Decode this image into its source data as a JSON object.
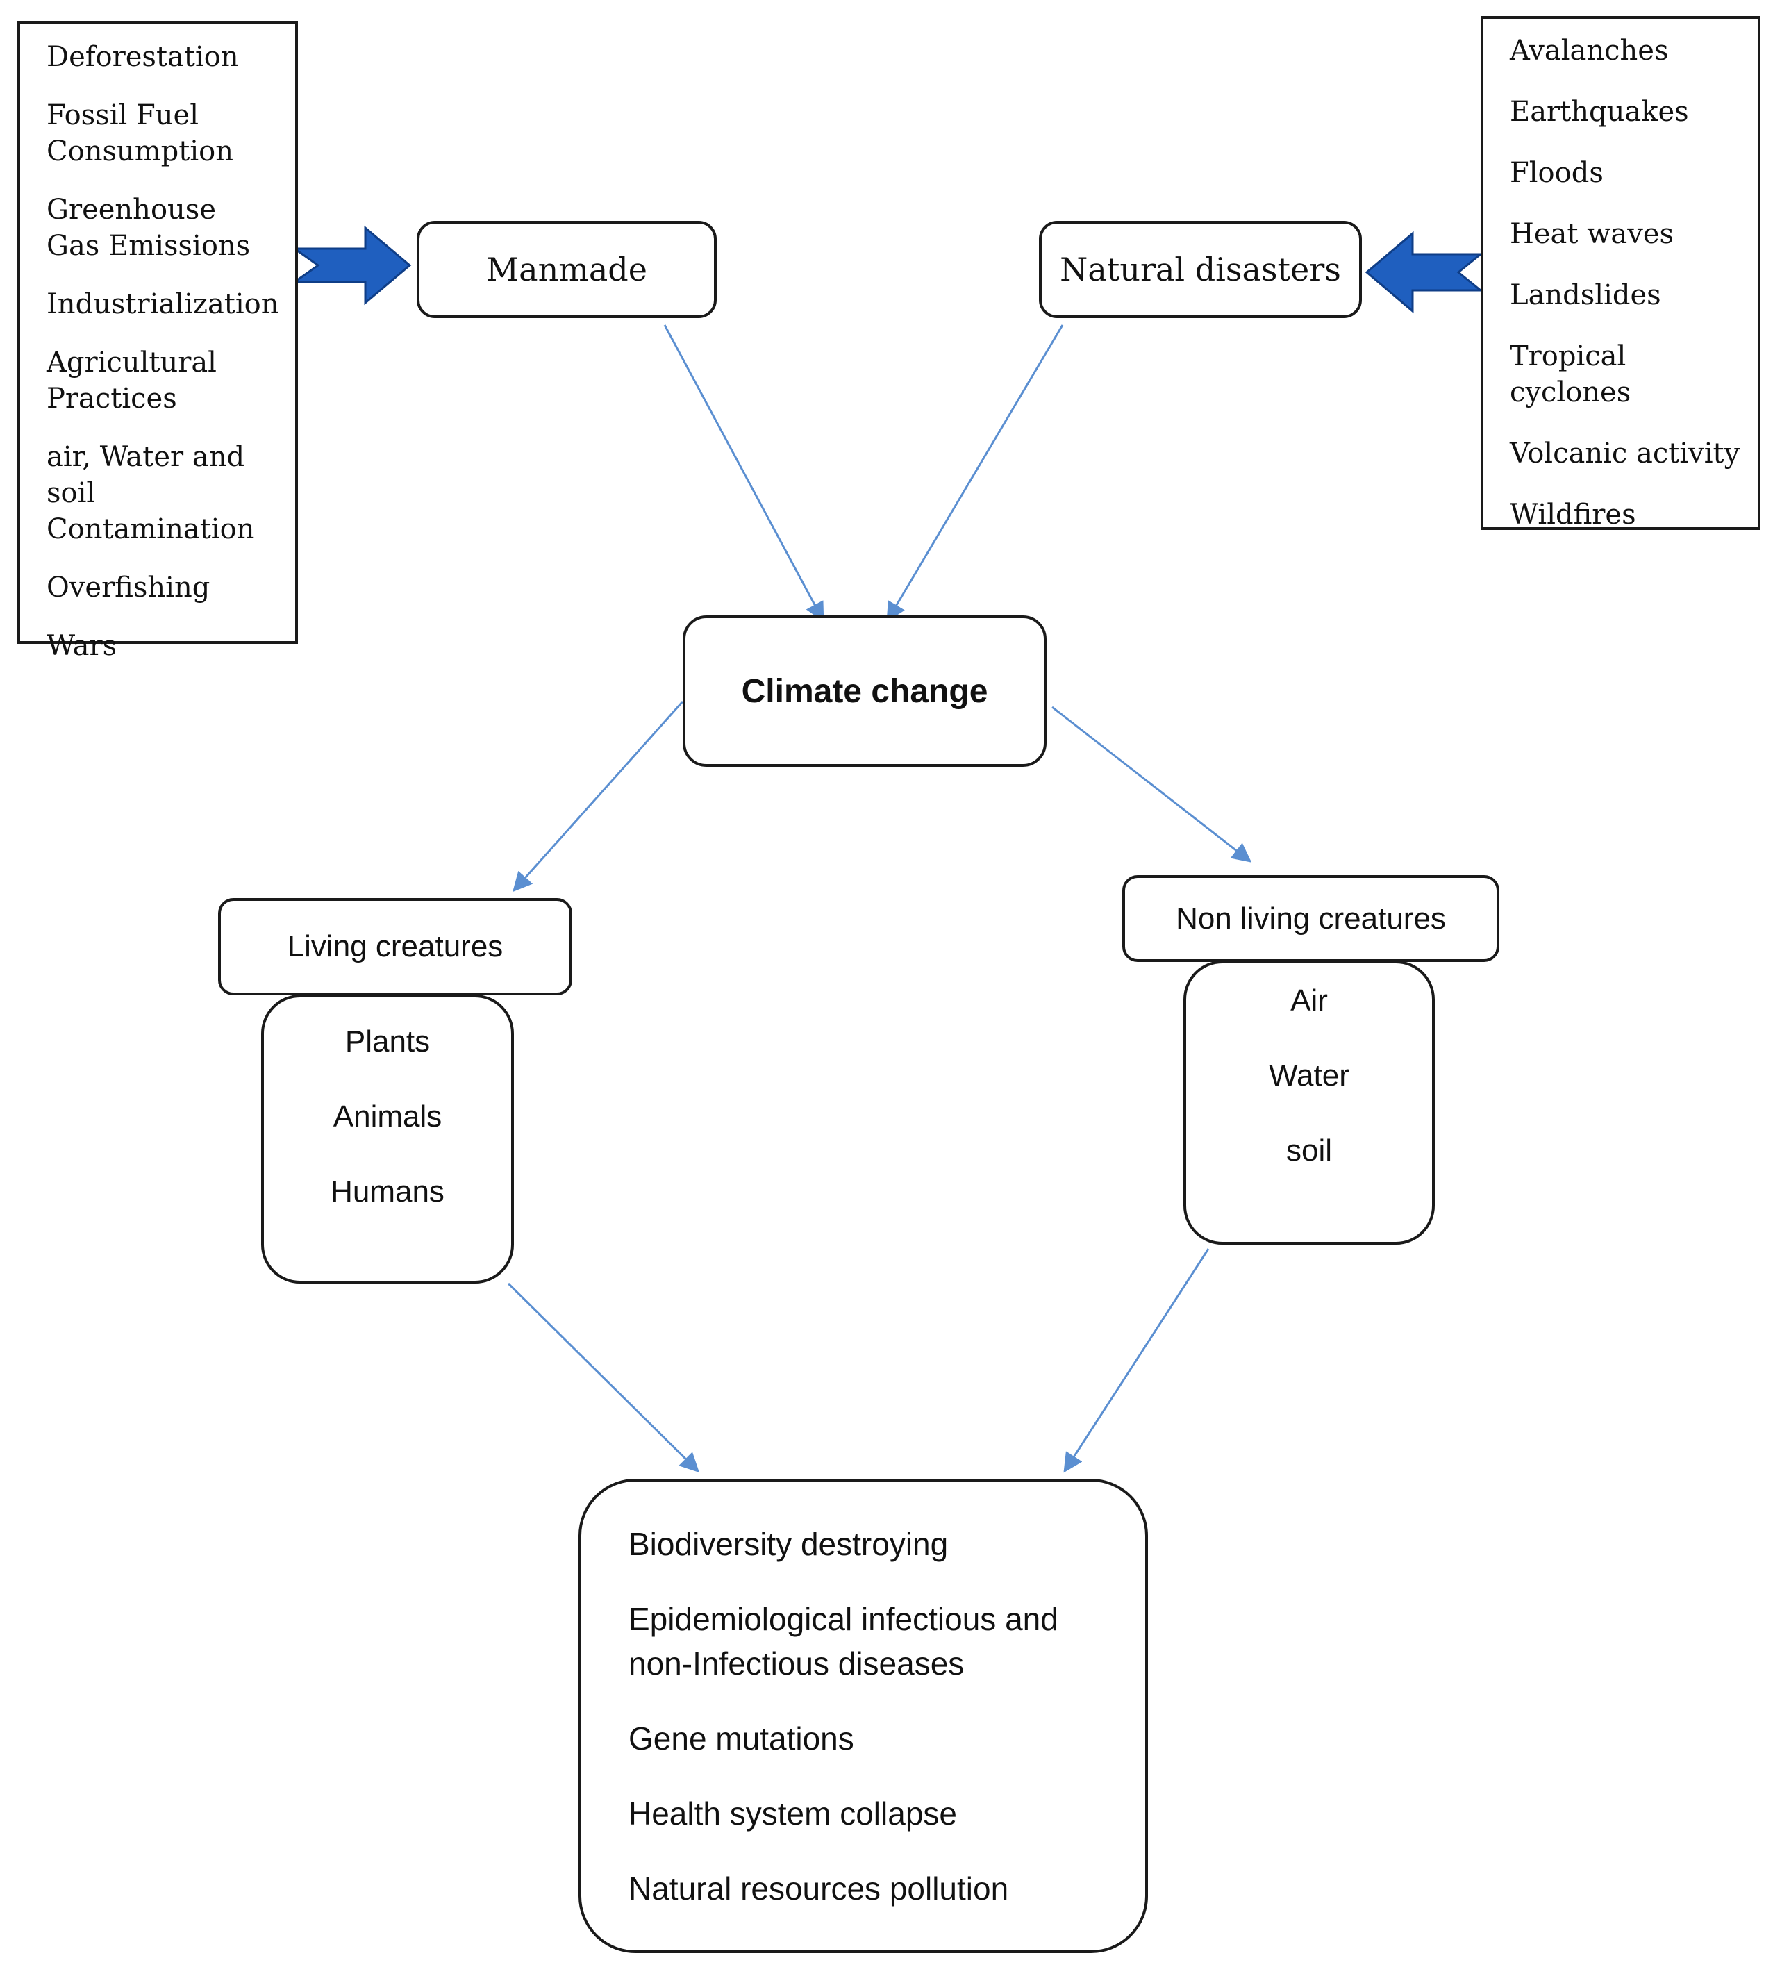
{
  "diagram": {
    "causes_manmade": [
      "Deforestation",
      "Fossil Fuel Consumption",
      "Greenhouse Gas Emissions",
      "Industrialization",
      "Agricultural Practices",
      "air, Water and soil Contamination",
      "Overfishing",
      "Wars"
    ],
    "causes_natural": [
      "Avalanches",
      "Earthquakes",
      "Floods",
      "Heat waves",
      "Landslides",
      "Tropical cyclones",
      "Volcanic activity",
      "Wildfires"
    ],
    "nodes": {
      "manmade": "Manmade",
      "natural": "Natural disasters",
      "climate": "Climate change",
      "living": "Living creatures",
      "nonliving": "Non living creatures"
    },
    "living_items": [
      "Plants",
      "Animals",
      "Humans"
    ],
    "nonliving_items": [
      "Air",
      "Water",
      "soil"
    ],
    "effects": [
      "Biodiversity destroying",
      "Epidemiological infectious and non-Infectious diseases",
      "Gene mutations",
      "Health system collapse",
      "Natural resources pollution"
    ],
    "colors": {
      "connector": "#5b8fd1",
      "block_arrow": "#1f5fbf",
      "border": "#1a1a1a"
    }
  }
}
